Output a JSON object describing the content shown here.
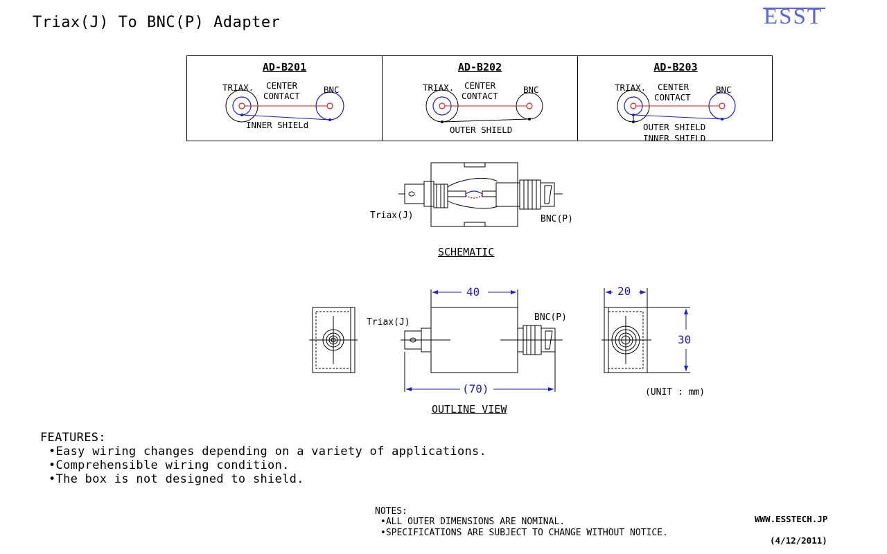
{
  "header": {
    "title": "Triax(J) To BNC(P)  Adapter",
    "logo_text": "ESST"
  },
  "variants": [
    {
      "model": "AD-B201",
      "label_triax": "TRIAX.",
      "label_center_1": "CENTER",
      "label_center_2": "CONTACT",
      "label_bnc": "BNC",
      "shield_lines": [
        "INNER SHIELd"
      ]
    },
    {
      "model": "AD-B202",
      "label_triax": "TRIAX.",
      "label_center_1": "CENTER",
      "label_center_2": "CONTACT",
      "label_bnc": "BNC",
      "shield_lines": [
        "OUTER SHIELD"
      ]
    },
    {
      "model": "AD-B203",
      "label_triax": "TRIAX.",
      "label_center_1": "CENTER",
      "label_center_2": "CONTACT",
      "label_bnc": "BNC",
      "shield_lines": [
        "OUTER SHIELD",
        "INNER SHIELD"
      ]
    }
  ],
  "schematic": {
    "triax_label": "Triax(J)",
    "bnc_label": "BNC(P)",
    "caption": "SCHEMATIC"
  },
  "outline": {
    "triax_label": "Triax(J)",
    "bnc_label": "BNC(P)",
    "dim_body_length": "40",
    "dim_total_length": "(70)",
    "dim_width": "20",
    "dim_height": "30",
    "unit_note": "(UNIT : mm)",
    "caption": "OUTLINE VIEW"
  },
  "features": {
    "heading": "FEATURES:",
    "items": [
      "Easy wiring changes depending on a variety of applications.",
      "Comprehensible wiring condition.",
      "The box is not designed to shield."
    ]
  },
  "notes": {
    "heading": "NOTES:",
    "items": [
      "ALL OUTER DIMENSIONS ARE NOMINAL.",
      "SPECIFICATIONS ARE SUBJECT TO CHANGE WITHOUT NOTICE."
    ]
  },
  "footer": {
    "website": "WWW.ESSTECH.JP",
    "date": "(4/12/2011)"
  },
  "colors": {
    "dimension_blue": "#1a1ad6",
    "wire_red": "#d61a1a",
    "logo_blue": "#5b63e0"
  }
}
